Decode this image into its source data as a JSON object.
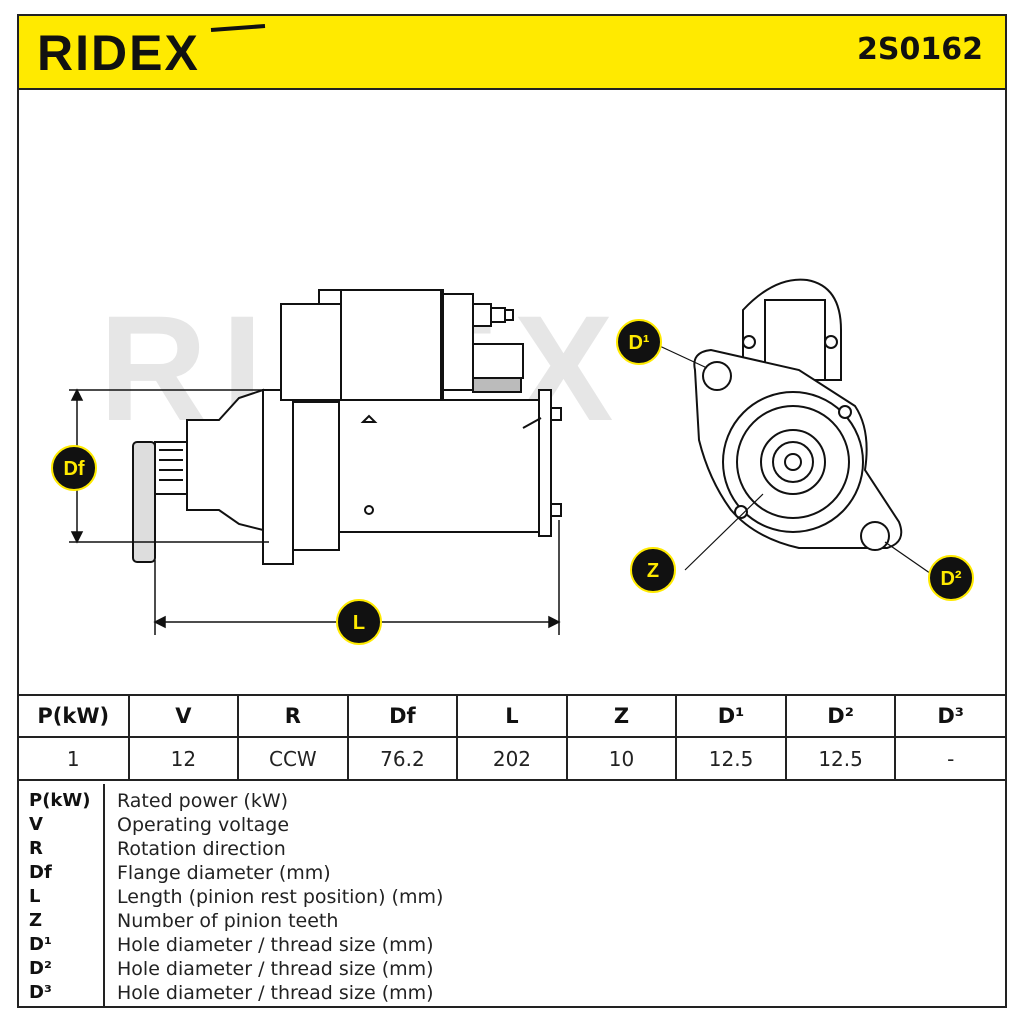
{
  "brand": "RIDEX",
  "part_number": "2S0162",
  "drawing": {
    "watermark": "RIDEX",
    "callouts": {
      "df": "Df",
      "l": "L",
      "z": "Z",
      "d1": "D¹",
      "d2": "D²"
    }
  },
  "specs": {
    "headers": [
      "P(kW)",
      "V",
      "R",
      "Df",
      "L",
      "Z",
      "D¹",
      "D²",
      "D³"
    ],
    "values": [
      "1",
      "12",
      "CCW",
      "76.2",
      "202",
      "10",
      "12.5",
      "12.5",
      "-"
    ]
  },
  "legend": [
    {
      "key": "P(kW)",
      "desc": "Rated power (kW)"
    },
    {
      "key": "V",
      "desc": "Operating voltage"
    },
    {
      "key": "R",
      "desc": "Rotation direction"
    },
    {
      "key": "Df",
      "desc": "Flange diameter (mm)"
    },
    {
      "key": "L",
      "desc": "Length (pinion rest position) (mm)"
    },
    {
      "key": "Z",
      "desc": "Number of pinion teeth"
    },
    {
      "key": "D¹",
      "desc": "Hole diameter / thread size (mm)"
    },
    {
      "key": "D²",
      "desc": "Hole diameter / thread size (mm)"
    },
    {
      "key": "D³",
      "desc": "Hole diameter / thread size (mm)"
    }
  ],
  "colors": {
    "header_bg": "#ffea00",
    "ink": "#111111",
    "watermark": "#e6e6e6"
  }
}
